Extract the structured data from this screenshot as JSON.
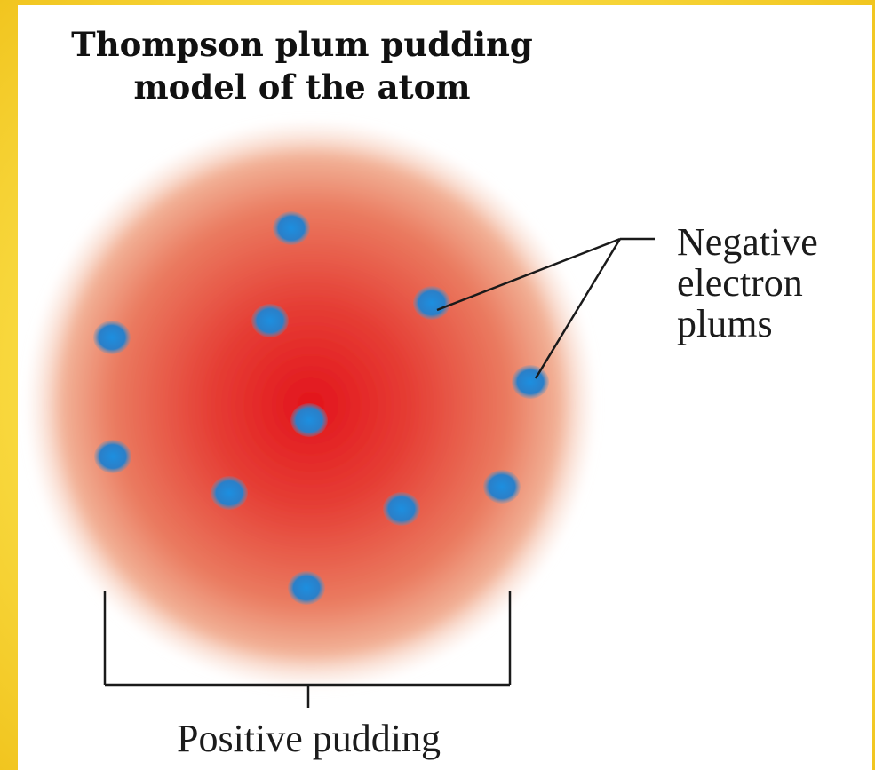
{
  "title": {
    "line1": "Thompson plum pudding",
    "line2": "model of the atom"
  },
  "labels": {
    "negative": {
      "line1": "Negative",
      "line2": "electron",
      "line3": "plums"
    },
    "positive": "Positive pudding"
  },
  "colors": {
    "frame": "#f5d327",
    "pudding_center": "#e01a1e",
    "pudding_edge": "#f4c0a8",
    "electron": "#1a86d6",
    "line": "#1a1a1a"
  },
  "electron_count": 11
}
